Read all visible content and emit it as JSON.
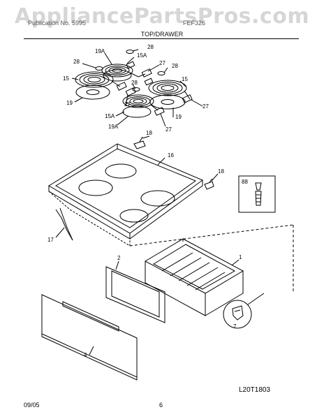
{
  "watermark": "AppliancePartsPros.com",
  "header": {
    "left": "Publication No. 5995",
    "right": "FEF326",
    "section_title": "TOP/DRAWER"
  },
  "callouts": {
    "c28a": "28",
    "c19a_top": "19A",
    "c15a_top": "15A",
    "c27_top": "27",
    "c28_left": "28",
    "c28_right": "28",
    "c15_left": "15",
    "c15_right": "15",
    "c28_mid": "28",
    "c19_left": "19",
    "c27_mid": "27",
    "c15a_mid": "15A",
    "c19_right": "19",
    "c27_right": "27",
    "c19a_bot": "19A",
    "c27_bot": "27",
    "c18_top": "18",
    "c16": "16",
    "c18_right": "18",
    "c17": "17",
    "c2": "2",
    "c1": "1",
    "c4": "4",
    "c88": "88",
    "c7": "7"
  },
  "ref_code": "L20T1803",
  "footer": {
    "date": "09/05",
    "page": "6"
  }
}
